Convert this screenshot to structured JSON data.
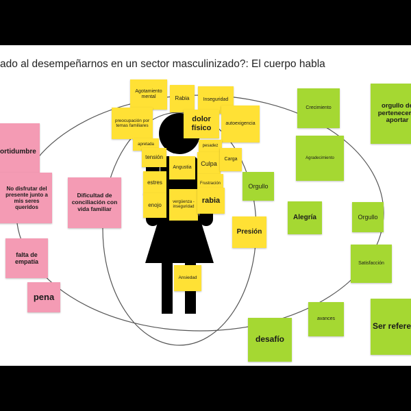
{
  "slide": {
    "title": "ado al  desempeñarnos en un sector masculinizado?: El  cuerpo habla"
  },
  "colors": {
    "yellow": "#ffe135",
    "green": "#a5d832",
    "pink": "#f49bb4",
    "figure": "#000000",
    "background": "#ffffff",
    "letterbox": "#000000"
  },
  "notes": {
    "yellow": {
      "agotamiento": "Agotamiento mental",
      "rabia_small": "Rabia",
      "inseguridad": "Inseguridad",
      "preocupacion": "preocupación por temas familiares",
      "dolor": "dolor físico",
      "autoexigencia": "autoexigencia",
      "apretada": "apretada",
      "pesadez": "pesadez",
      "tension": "tensión",
      "angustia": "Angustia",
      "culpa": "Culpa",
      "carga": "Carga",
      "estres": "estres",
      "frustracion": "Frustración",
      "enojo": "enojo",
      "verguenza": "vergüenza - inseguridad",
      "rabia_big": "rabia",
      "presion": "Presión",
      "ansiedad": "Ansiedad"
    },
    "green": {
      "crecimiento": "Crecimiento",
      "orgullo_pertenecer": "orgullo de pertenecer y aportar",
      "agradecimiento": "Agradecimiento",
      "orgullo_1": "Orgullo",
      "alegria": "Alegría",
      "orgullo_2": "Orgullo",
      "satisfaccion": "Satisfacción",
      "avances": "avances",
      "ser_referente": "Ser referente",
      "desafio": "desafío"
    },
    "pink": {
      "incertidumbre": "ortidumbre",
      "no_disfrutar": "No disfrutar del presente junto a mis seres queridos",
      "dificultad": "Dificultad de conciliación con vida familiar",
      "falta_empatia": "falta de empatía",
      "pena": "pena"
    }
  }
}
